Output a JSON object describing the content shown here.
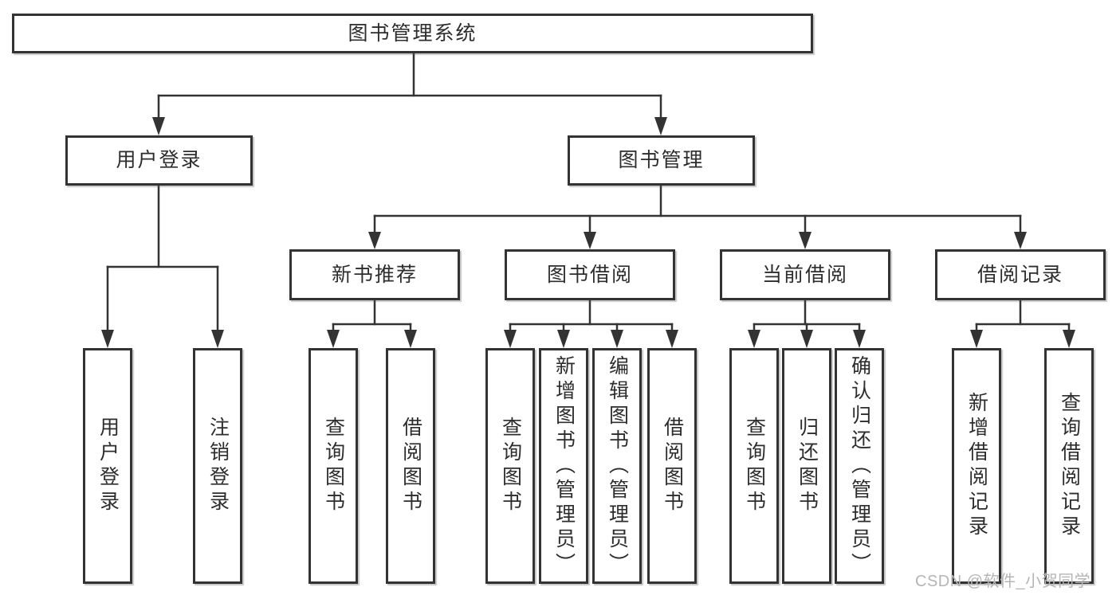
{
  "tree": {
    "root": "图书管理系统",
    "l2": [
      {
        "label": "用户登录",
        "leaves": [
          "用户登录",
          "注销登录"
        ]
      },
      {
        "label": "图书管理",
        "l3": [
          {
            "label": "新书推荐",
            "leaves": [
              "查询图书",
              "借阅图书"
            ]
          },
          {
            "label": "图书借阅",
            "leaves": [
              "查询图书",
              "新增图书（管理员）",
              "编辑图书（管理员）",
              "借阅图书"
            ]
          },
          {
            "label": "当前借阅",
            "leaves": [
              "查询图书",
              "归还图书",
              "确认归还（管理员）"
            ]
          },
          {
            "label": "借阅记录",
            "leaves": [
              "新增借阅记录",
              "查询借阅记录"
            ]
          }
        ]
      }
    ]
  },
  "watermark": "CSDN @软件_小贺同学",
  "colors": {
    "line": "#333333",
    "box_border": "#333333",
    "box_fill": "#ffffff",
    "text": "#2d2d2d",
    "watermark": "#b5b5b5",
    "background": "#ffffff"
  }
}
